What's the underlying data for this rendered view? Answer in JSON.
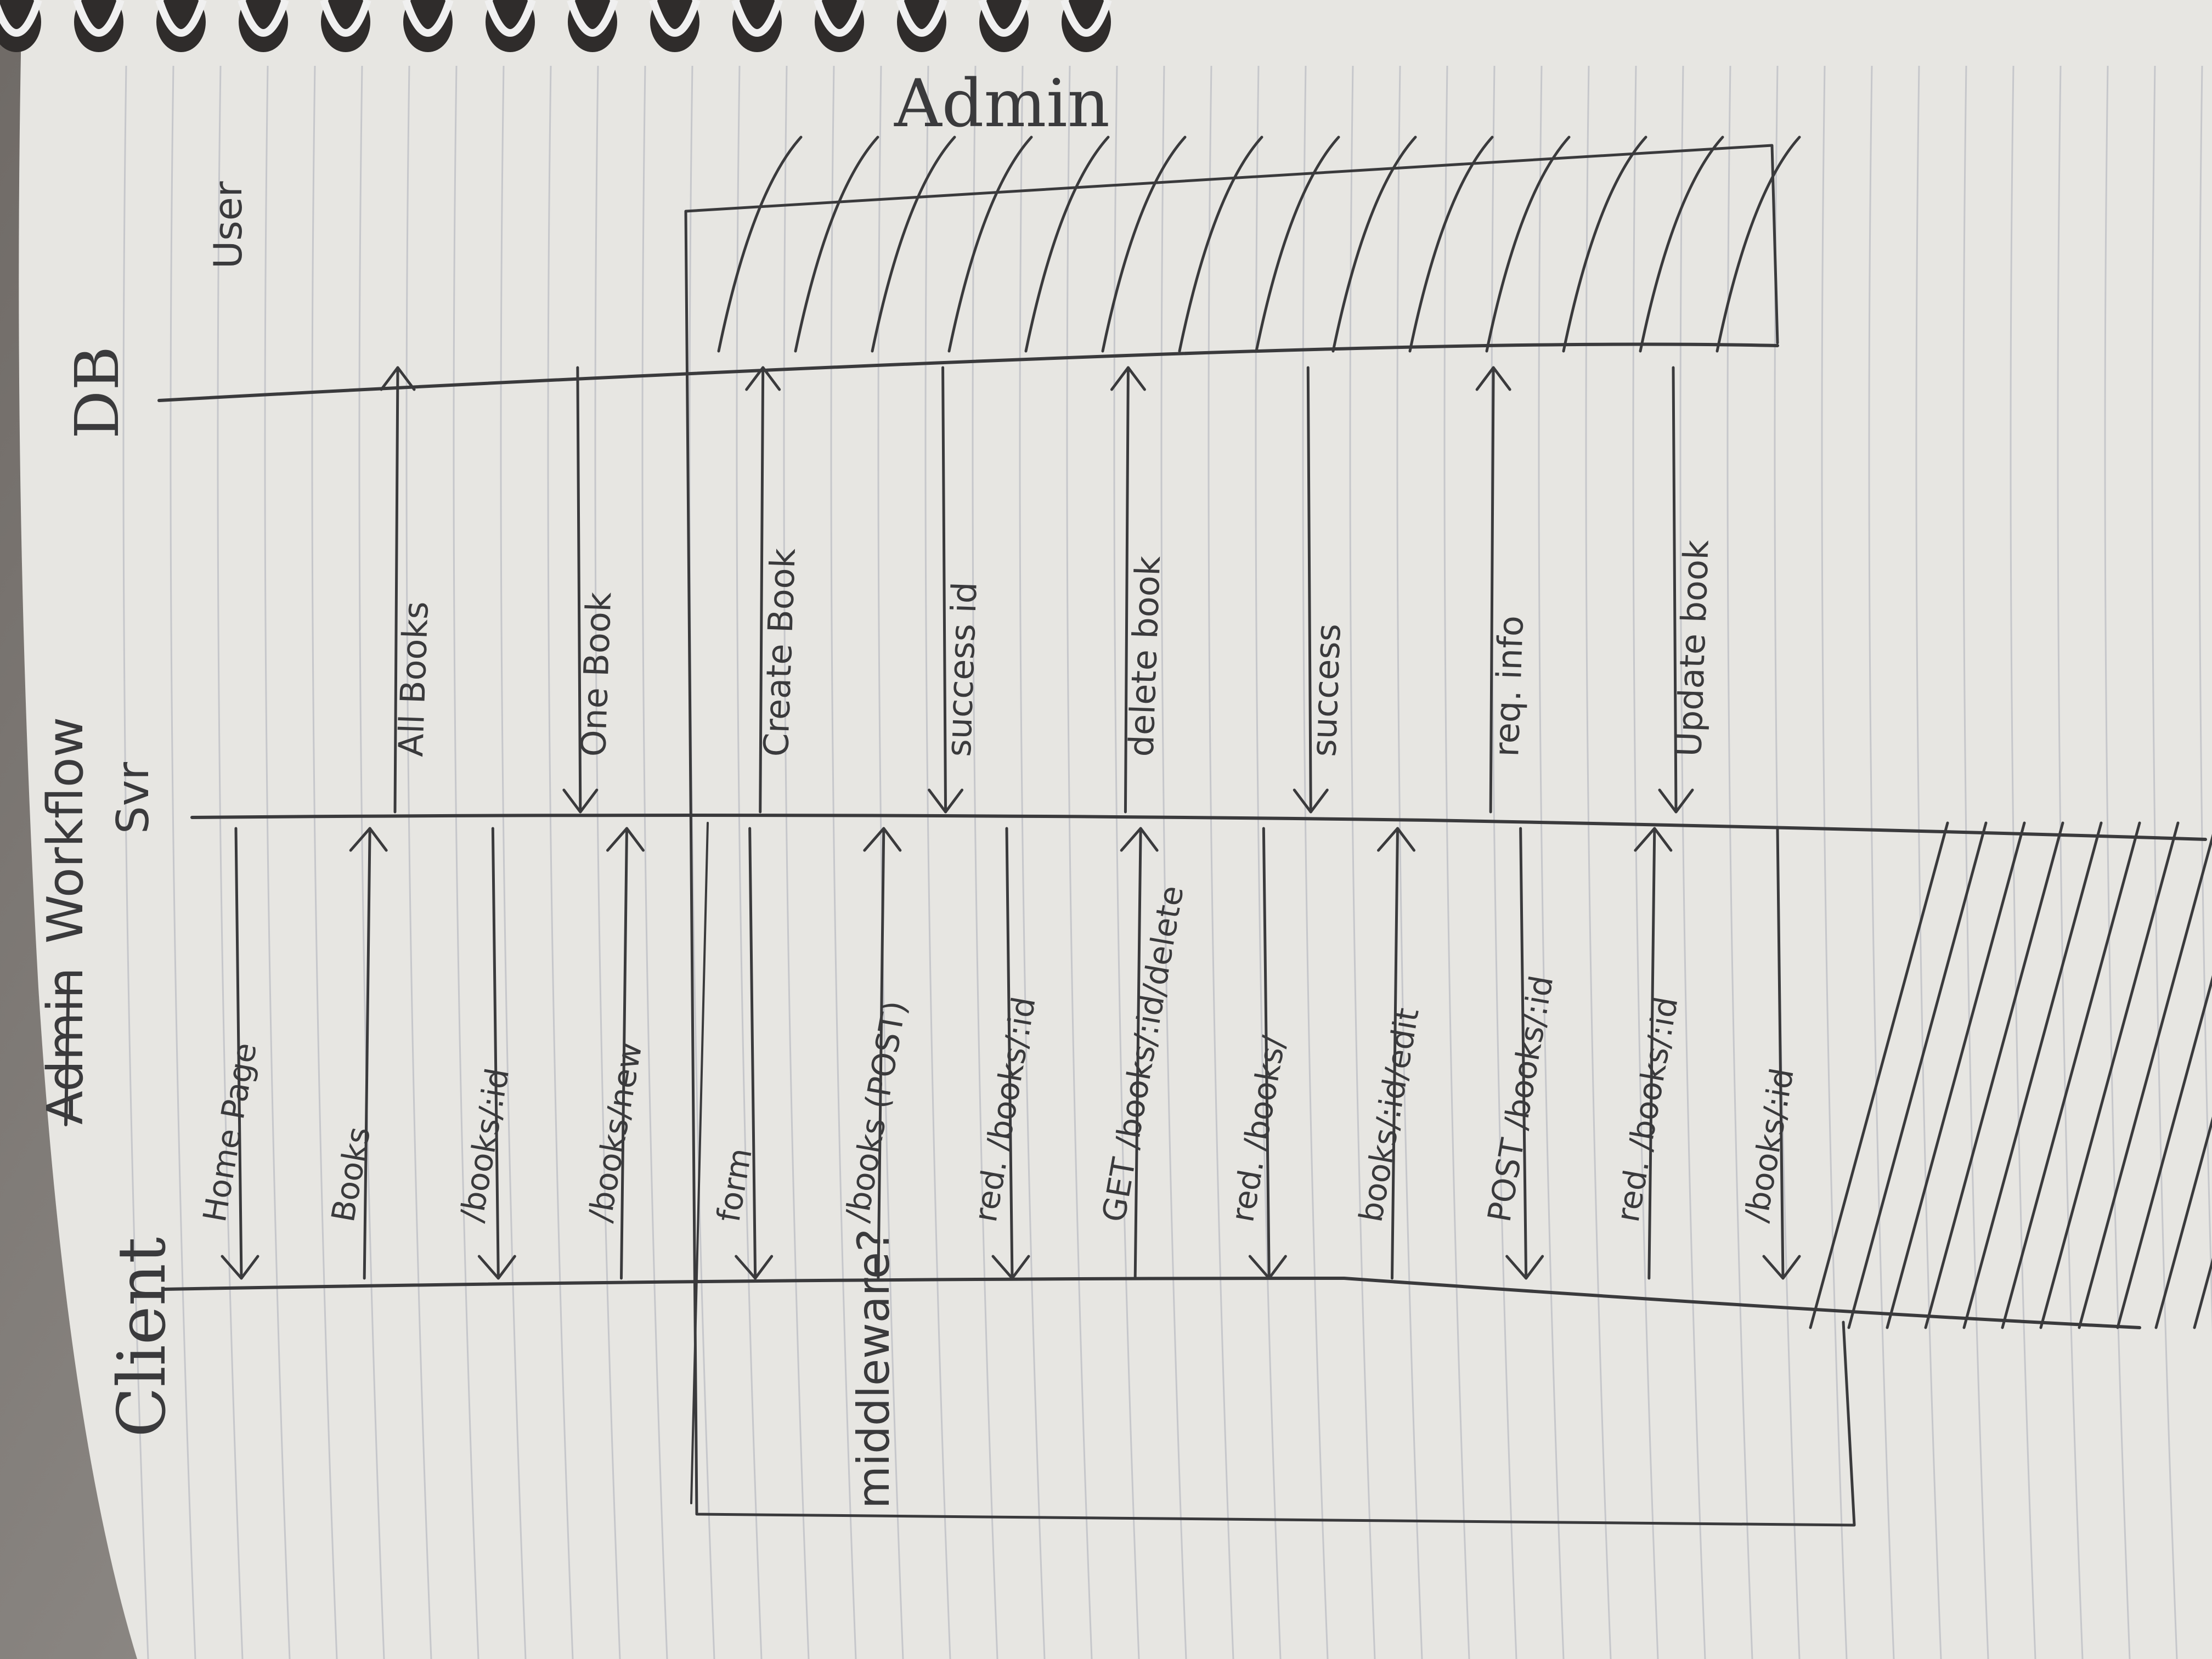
{
  "diagram": {
    "title_struck": "Admin",
    "title": "Workflow",
    "columns": {
      "client": "Client",
      "server": "Svr",
      "db": "DB",
      "user": "User"
    },
    "admin_label": "Admin",
    "middleware_label": "middleware?",
    "client_server_messages": [
      "Home Page",
      "Books",
      "/books/:id",
      "/books/new",
      "form",
      "/books (POST)",
      "red. /books/:id",
      "GET /books/:id/delete",
      "red. /books/",
      "books/:id/edit",
      "POST /books/:id",
      "red. /books/:id",
      "/books/:id"
    ],
    "server_db_messages": [
      "All Books",
      "One Book",
      "Create Book",
      "success id",
      "delete book",
      "success",
      "req. info",
      "Update book"
    ]
  },
  "colors": {
    "paper": "#e7e6e2",
    "ink": "#3a3a3c",
    "rule_line": "#c6c7cb",
    "background": "#8a8580"
  }
}
